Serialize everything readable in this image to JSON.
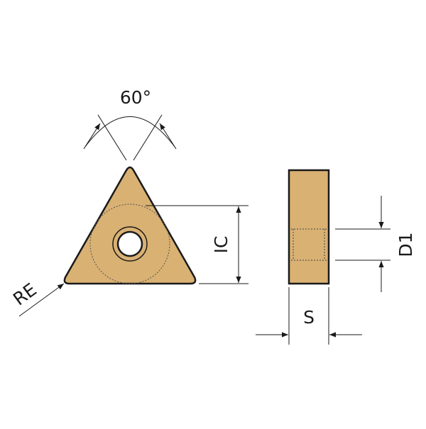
{
  "labels": {
    "angle": "60°",
    "corner_radius": "RE",
    "inscribed_circle": "IC",
    "hole_diameter": "D1",
    "thickness": "S"
  },
  "colors": {
    "insert_fill": "#D9B173",
    "outline": "#1a1a1a",
    "dim_line": "#1a1a1a",
    "background": "#ffffff"
  }
}
